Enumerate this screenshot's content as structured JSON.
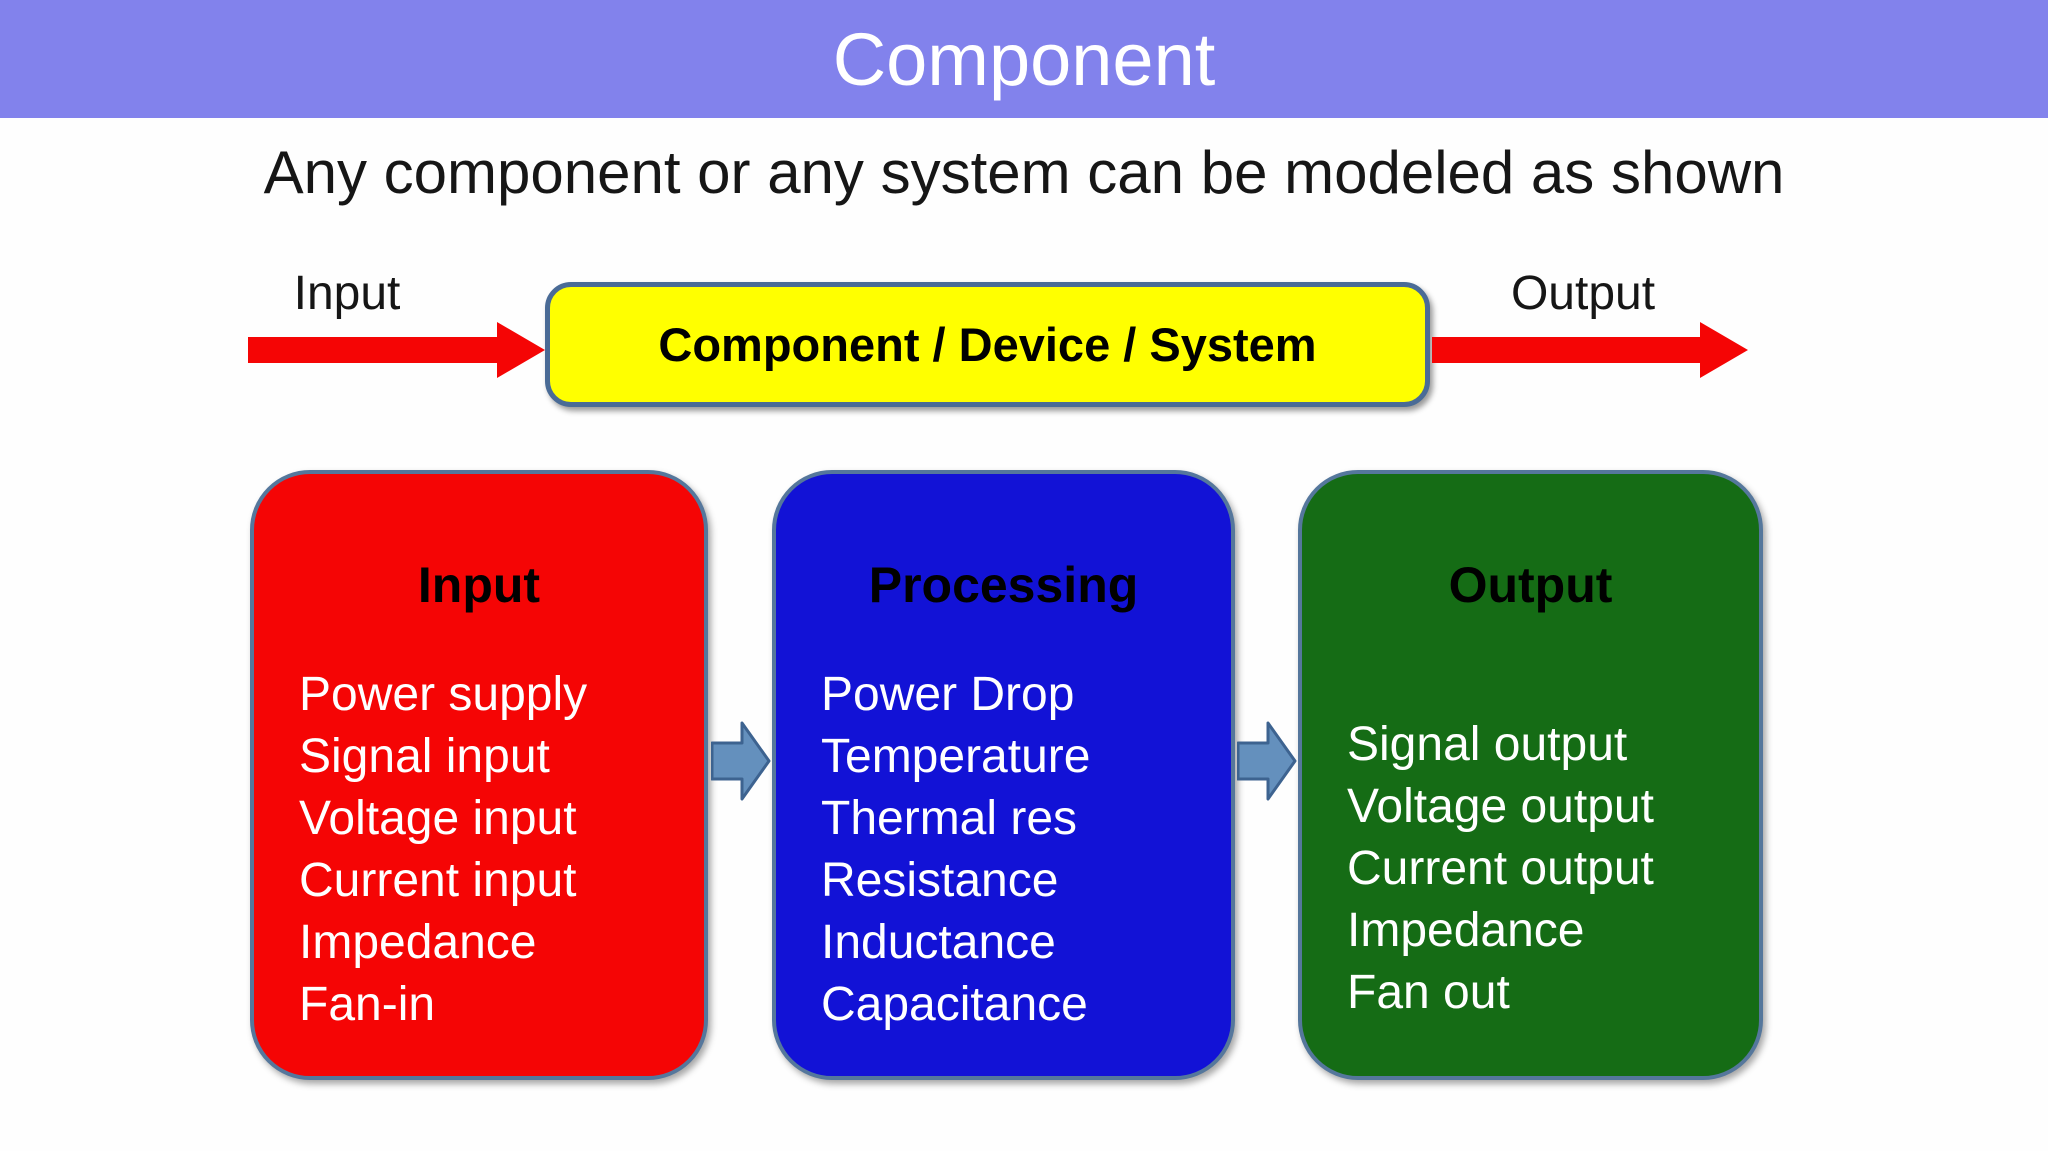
{
  "slide": {
    "title": "Component",
    "subtitle": "Any component or any system can be modeled as shown"
  },
  "flow": {
    "input_label": "Input",
    "output_label": "Output",
    "center_label": "Component / Device / System"
  },
  "boxes": [
    {
      "title": "Input",
      "color": "#f50505",
      "items": [
        "Power supply",
        "Signal input",
        "Voltage input",
        "Current input",
        "Impedance",
        "Fan-in"
      ]
    },
    {
      "title": "Processing",
      "color": "#1212d6",
      "items": [
        "Power Drop",
        "Temperature",
        "Thermal res",
        "Resistance",
        "Inductance",
        "Capacitance"
      ]
    },
    {
      "title": "Output",
      "color": "#156c15",
      "items": [
        "Signal output",
        "Voltage output",
        "Current output",
        "Impedance",
        "Fan out"
      ]
    }
  ],
  "colors": {
    "header_bg": "#8282ec",
    "header_text": "#ffffff",
    "center_box_bg": "#ffff00",
    "center_box_border": "#4a6b96",
    "panel_border": "#55779c",
    "flow_arrow_red": "#f50505",
    "connector_fill": "#6490bd",
    "connector_stroke": "#3d6390"
  }
}
